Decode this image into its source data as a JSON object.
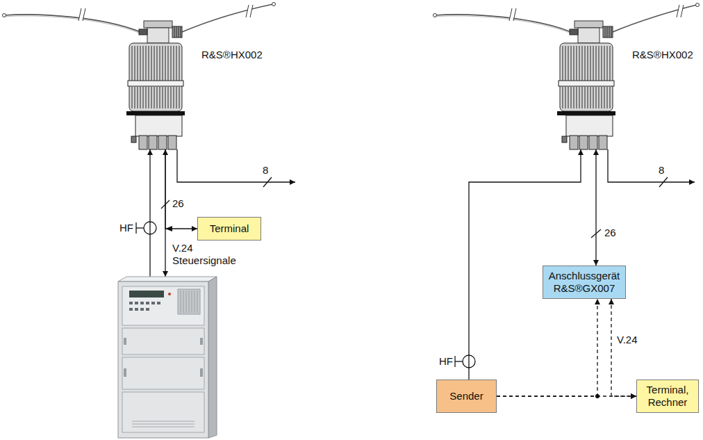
{
  "diagram": {
    "nodes": [
      {
        "text": [
          "R&S®HX002"
        ]
      },
      {
        "text": [
          "Terminal"
        ]
      },
      {
        "text": [
          "R&S®HX002"
        ]
      },
      {
        "text": [
          "Anschlussgerät R&S®GX007"
        ]
      },
      {
        "text": [
          "Sender"
        ]
      },
      {
        "text": [
          "Terminal, Rechner"
        ]
      }
    ],
    "edges": [
      {
        "from": 1,
        "to": 0,
        "arrow": "both"
      },
      {
        "from": 2,
        "to": 3,
        "label": "26",
        "arrow": "both"
      },
      {
        "from": 4,
        "to": 2,
        "label": "HF",
        "arrow": "to"
      },
      {
        "from": 4,
        "to": 3,
        "arrow": "to"
      },
      {
        "from": 4,
        "to": 5,
        "arrow": "to"
      },
      {
        "from": 5,
        "to": 3,
        "label": "V.24",
        "arrow": "both"
      }
    ],
    "labels": [
      "8",
      "26",
      "HF",
      "V.24 Steuersignale",
      "8"
    ]
  }
}
